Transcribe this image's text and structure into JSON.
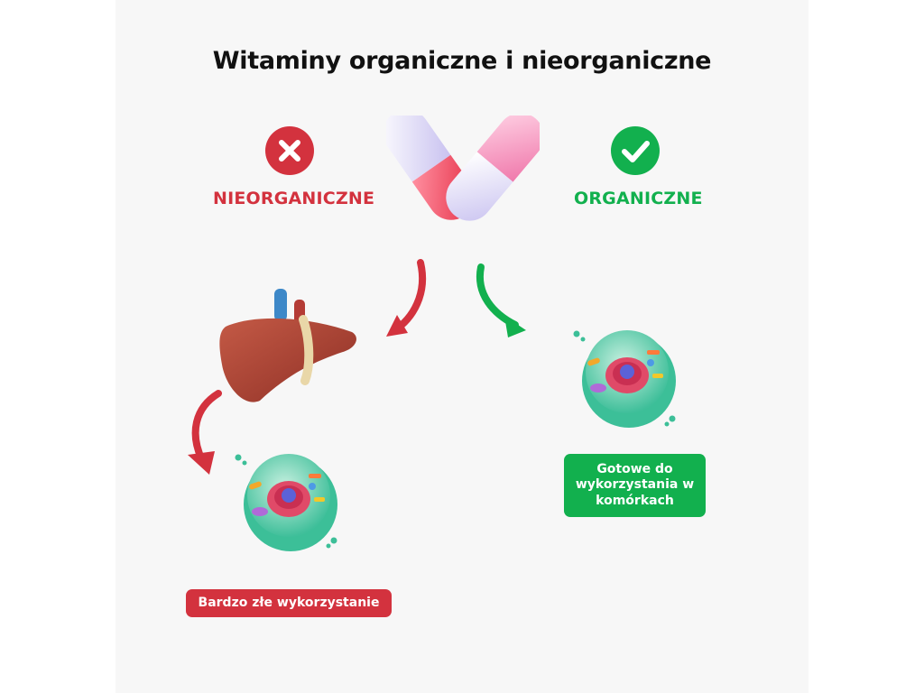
{
  "title": "Witaminy organiczne i nieorganiczne",
  "labels": {
    "inorganic": "NIEORGANICZNE",
    "organic": "ORGANICZNE"
  },
  "badges": {
    "bad": "Bardzo złe wykorzystanie",
    "good": "Gotowe do wykorzystania w komórkach"
  },
  "icons": {
    "inorganic": "x-icon",
    "organic": "check-icon",
    "pill": "capsule-icon",
    "liver": "liver-icon",
    "cell": "cell-icon"
  },
  "colors": {
    "red": "#d3323e",
    "green": "#12b04e",
    "background": "#f7f7f7"
  }
}
